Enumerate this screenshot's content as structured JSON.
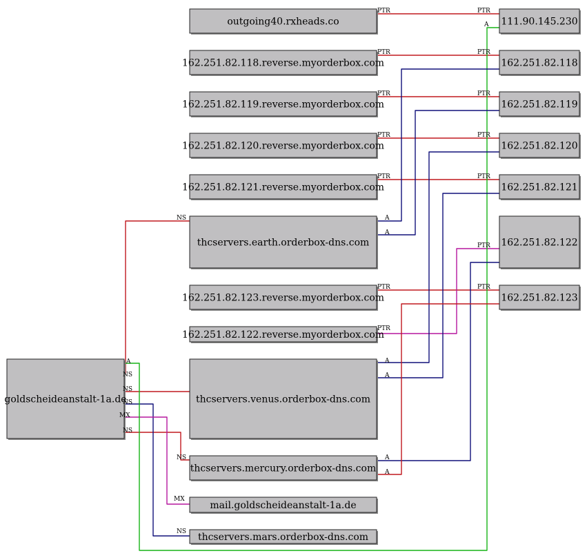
{
  "colors": {
    "NS": "#c0181e",
    "PTR": "#c0181e",
    "A_blue": "#10107a",
    "A_green": "#16b416",
    "A_red": "#c0181e",
    "MX": "#b5169e",
    "node_fill": "#c0bfc1",
    "node_border": "#222222"
  },
  "nodes": [
    {
      "id": "domain",
      "label": "goldscheideanstalt-1a.de"
    },
    {
      "id": "outgoing40",
      "label": "outgoing40.rxheads.co"
    },
    {
      "id": "rev118",
      "label": "162.251.82.118.reverse.myorderbox.com"
    },
    {
      "id": "rev119",
      "label": "162.251.82.119.reverse.myorderbox.com"
    },
    {
      "id": "rev120",
      "label": "162.251.82.120.reverse.myorderbox.com"
    },
    {
      "id": "rev121",
      "label": "162.251.82.121.reverse.myorderbox.com"
    },
    {
      "id": "earth",
      "label": "thcservers.earth.orderbox-dns.com"
    },
    {
      "id": "rev123",
      "label": "162.251.82.123.reverse.myorderbox.com"
    },
    {
      "id": "rev122",
      "label": "162.251.82.122.reverse.myorderbox.com"
    },
    {
      "id": "venus",
      "label": "thcservers.venus.orderbox-dns.com"
    },
    {
      "id": "mercury",
      "label": "thcservers.mercury.orderbox-dns.com"
    },
    {
      "id": "mail",
      "label": "mail.goldscheideanstalt-1a.de"
    },
    {
      "id": "mars",
      "label": "thcservers.mars.orderbox-dns.com"
    },
    {
      "id": "ip230",
      "label": "111.90.145.230"
    },
    {
      "id": "ip118",
      "label": "162.251.82.118"
    },
    {
      "id": "ip119",
      "label": "162.251.82.119"
    },
    {
      "id": "ip120",
      "label": "162.251.82.120"
    },
    {
      "id": "ip121",
      "label": "162.251.82.121"
    },
    {
      "id": "ip122",
      "label": "162.251.82.122"
    },
    {
      "id": "ip123",
      "label": "162.251.82.123"
    }
  ],
  "edges": [
    {
      "from": "outgoing40",
      "to": "ip230",
      "type": "PTR",
      "color": "PTR",
      "labels": [
        "PTR",
        "PTR"
      ]
    },
    {
      "from": "rev118",
      "to": "ip118",
      "type": "PTR",
      "color": "PTR",
      "labels": [
        "PTR",
        "PTR"
      ]
    },
    {
      "from": "rev119",
      "to": "ip119",
      "type": "PTR",
      "color": "PTR",
      "labels": [
        "PTR",
        "PTR"
      ]
    },
    {
      "from": "rev120",
      "to": "ip120",
      "type": "PTR",
      "color": "PTR",
      "labels": [
        "PTR",
        "PTR"
      ]
    },
    {
      "from": "rev121",
      "to": "ip121",
      "type": "PTR",
      "color": "PTR",
      "labels": [
        "PTR",
        "PTR"
      ]
    },
    {
      "from": "rev123",
      "to": "ip123",
      "type": "PTR",
      "color": "PTR",
      "labels": [
        "PTR",
        "PTR"
      ]
    },
    {
      "from": "rev122",
      "to": "ip122",
      "type": "PTR",
      "color": "MX",
      "labels": [
        "PTR",
        "PTR"
      ]
    },
    {
      "from": "domain",
      "to": "earth",
      "type": "NS",
      "color": "NS",
      "labels": [
        "NS",
        "NS"
      ]
    },
    {
      "from": "domain",
      "to": "venus",
      "type": "NS",
      "color": "NS",
      "labels": [
        "NS"
      ]
    },
    {
      "from": "domain",
      "to": "mercury",
      "type": "NS",
      "color": "NS",
      "labels": [
        "NS",
        "NS"
      ]
    },
    {
      "from": "domain",
      "to": "mars",
      "type": "NS",
      "color": "A_blue",
      "labels": [
        "NS",
        "NS"
      ]
    },
    {
      "from": "domain",
      "to": "mail",
      "type": "MX",
      "color": "MX",
      "labels": [
        "MX",
        "MX"
      ]
    },
    {
      "from": "domain",
      "to": "ip230",
      "type": "A",
      "color": "A_green",
      "labels": [
        "A",
        "A"
      ]
    },
    {
      "from": "earth",
      "to": "ip118",
      "type": "A",
      "color": "A_blue",
      "labels": [
        "A"
      ]
    },
    {
      "from": "earth",
      "to": "ip119",
      "type": "A",
      "color": "A_blue",
      "labels": [
        "A"
      ]
    },
    {
      "from": "venus",
      "to": "ip120",
      "type": "A",
      "color": "A_blue",
      "labels": [
        "A"
      ]
    },
    {
      "from": "venus",
      "to": "ip121",
      "type": "A",
      "color": "A_blue",
      "labels": [
        "A"
      ]
    },
    {
      "from": "mercury",
      "to": "ip122",
      "type": "A",
      "color": "A_blue",
      "labels": [
        "A"
      ]
    },
    {
      "from": "mercury",
      "to": "ip123",
      "type": "A",
      "color": "A_red",
      "labels": [
        "A"
      ]
    }
  ]
}
